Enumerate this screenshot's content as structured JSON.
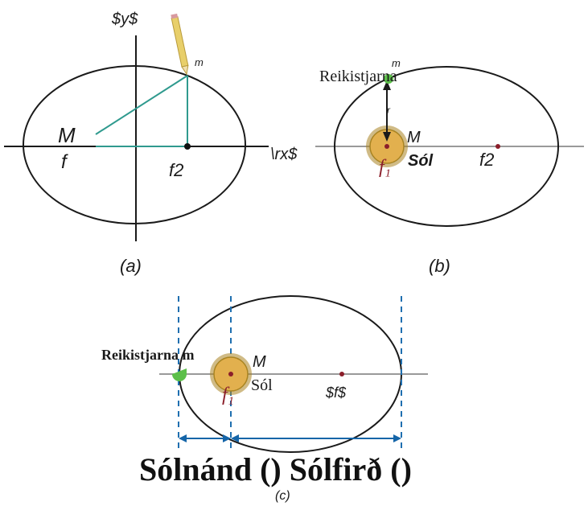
{
  "colors": {
    "ink": "#1a1a1a",
    "teal": "#2f9a8e",
    "axis_grey": "#9a9a9a",
    "dash_blue": "#1f6fb0",
    "arrow_blue": "#1565a8",
    "focus_red": "#8b1e2a",
    "sun_gold": "#e2b04e",
    "sun_rays": "#a98422",
    "planet_green": "#5cbf4a",
    "pencil": "#e8cf6a"
  },
  "icons": {
    "pencil": "pencil-icon",
    "sun": "sun-icon",
    "planet": "planet-icon"
  },
  "panel_a": {
    "y_axis": "$y$",
    "x_axis": "\\rx$",
    "mass_label": "m",
    "M_label": "M",
    "f_label": "f",
    "f2_label": "f2",
    "caption": "(a)"
  },
  "panel_b": {
    "planet_label": "Reikistjarna",
    "mass_label": "m",
    "r_label": "r",
    "M_label": "M",
    "sun_label": "Sól",
    "f1_label": "f₁",
    "f2_label": "f2",
    "caption": "(b)"
  },
  "panel_c": {
    "planet_label": "Reikistjarna m",
    "M_label": "M",
    "sun_label": "Sól",
    "f1_label": "f₁",
    "f_label": "$f$",
    "perihelion_aphelion": "Sólnánd () Sólfirð ()",
    "caption": "(c)"
  }
}
